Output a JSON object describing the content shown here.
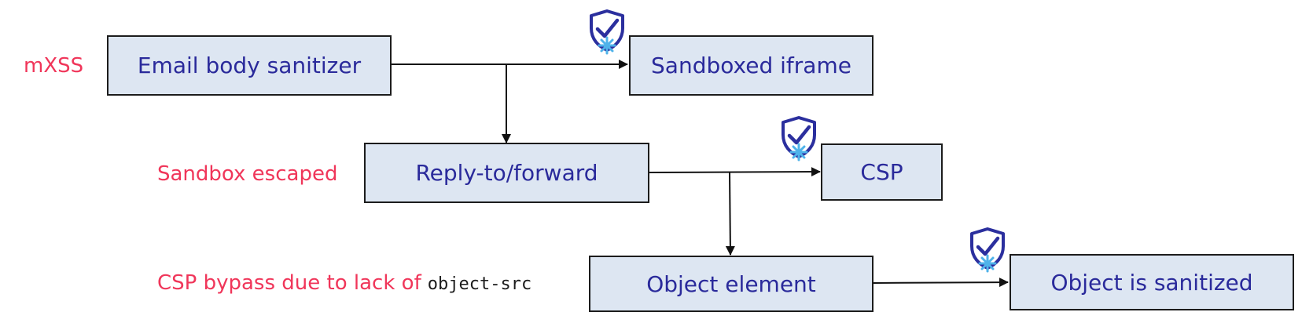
{
  "labels": {
    "row1": "mXSS",
    "row2": "Sandbox escaped",
    "row3_text": "CSP bypass due to lack of",
    "row3_code": "object-src"
  },
  "nodes": {
    "email_body_sanitizer": "Email body sanitizer",
    "sandboxed_iframe": "Sandboxed iframe",
    "reply_to_forward": "Reply-to/forward",
    "csp": "CSP",
    "object_element": "Object element",
    "object_is_sanitized": "Object is sanitized"
  },
  "icons": {
    "mitigation": "shield-check-icon"
  },
  "colors": {
    "box_fill": "#dde6f2",
    "box_text": "#2a2a9b",
    "label_text": "#f0365a",
    "shield_dark": "#2b2f9e",
    "shield_light": "#4fb3ea"
  }
}
